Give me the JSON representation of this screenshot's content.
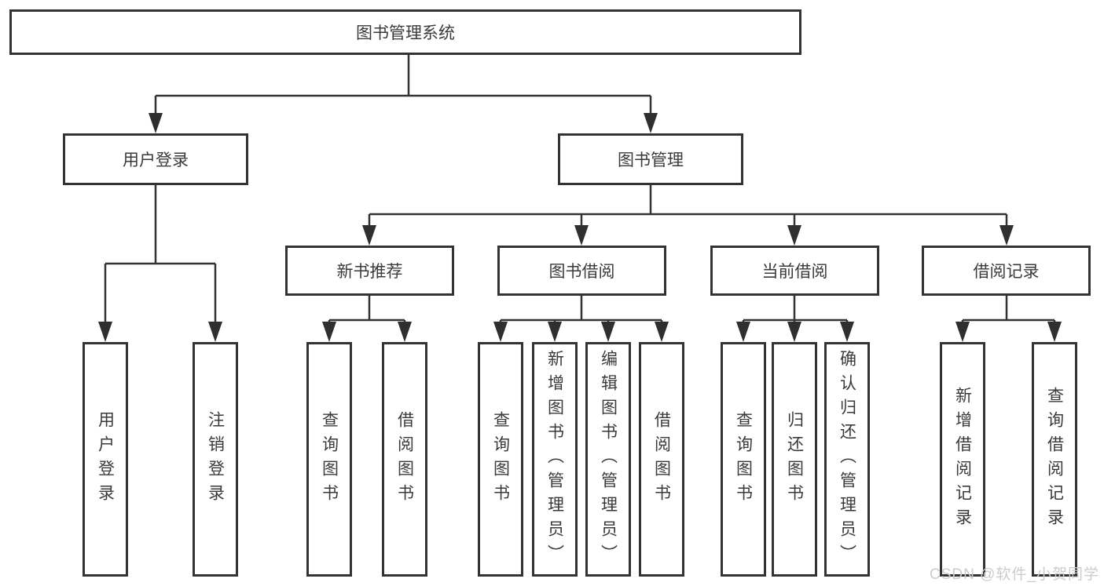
{
  "root": {
    "label": "图书管理系统"
  },
  "branches": {
    "user_login": {
      "label": "用户登录",
      "children": [
        {
          "label": "用户登录"
        },
        {
          "label": "注销登录"
        }
      ]
    },
    "book_mgmt": {
      "label": "图书管理",
      "sections": [
        {
          "label": "新书推荐",
          "children": [
            {
              "label": "查询图书"
            },
            {
              "label": "借阅图书"
            }
          ]
        },
        {
          "label": "图书借阅",
          "children": [
            {
              "label": "查询图书"
            },
            {
              "label": "新增图书（管理员）"
            },
            {
              "label": "编辑图书（管理员）"
            },
            {
              "label": "借阅图书"
            }
          ]
        },
        {
          "label": "当前借阅",
          "children": [
            {
              "label": "查询图书"
            },
            {
              "label": "归还图书"
            },
            {
              "label": "确认归还（管理员）"
            }
          ]
        },
        {
          "label": "借阅记录",
          "children": [
            {
              "label": "新增借阅记录"
            },
            {
              "label": "查询借阅记录"
            }
          ]
        }
      ]
    }
  },
  "watermark": {
    "text": "CSDN @软件_小贺同学"
  },
  "colors": {
    "line": "#333333",
    "box_border": "#333333",
    "text": "#3a3a3a",
    "watermark": "#cccccc",
    "background": "#ffffff"
  }
}
